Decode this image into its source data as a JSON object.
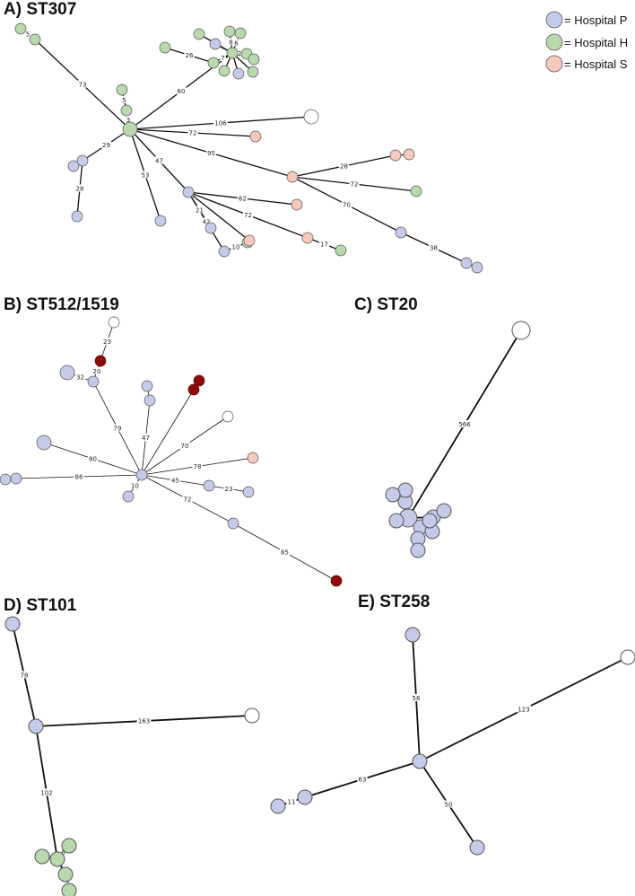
{
  "colors": {
    "hospital_p": "#c5cae9",
    "hospital_h": "#b9d9ad",
    "hospital_s": "#f6c9bb",
    "reference": "#ffffff",
    "dark": "#8b0a0a",
    "stroke": "#555555"
  },
  "legend": [
    {
      "label": "= Hospital P",
      "color": "#c5cae9"
    },
    {
      "label": "= Hospital H",
      "color": "#b9d9ad"
    },
    {
      "label": "= Hospital S",
      "color": "#f6c9bb"
    }
  ],
  "panels": [
    {
      "id": "A",
      "title": "A) ST307",
      "nodes": [
        {
          "id": "hub",
          "label": "",
          "type": "H",
          "size": "m"
        },
        {
          "id": "g1",
          "label": "",
          "type": "H",
          "size": "s"
        },
        {
          "id": "g2",
          "label": "",
          "type": "H",
          "size": "s"
        },
        {
          "id": "g3",
          "label": "",
          "type": "H",
          "size": "s"
        },
        {
          "id": "g4",
          "label": "",
          "type": "H",
          "size": "s"
        },
        {
          "id": "g5",
          "label": "",
          "type": "H",
          "size": "s"
        },
        {
          "id": "gc",
          "label": "",
          "type": "H",
          "size": "s"
        },
        {
          "id": "gc1",
          "label": "",
          "type": "H",
          "size": "s"
        },
        {
          "id": "gc2",
          "label": "",
          "type": "H",
          "size": "s"
        },
        {
          "id": "gc3",
          "label": "",
          "type": "H",
          "size": "s"
        },
        {
          "id": "gc4",
          "label": "",
          "type": "H",
          "size": "s"
        },
        {
          "id": "gc5",
          "label": "",
          "type": "H",
          "size": "s"
        },
        {
          "id": "gc6",
          "label": "",
          "type": "H",
          "size": "s"
        },
        {
          "id": "gc7",
          "label": "",
          "type": "H",
          "size": "s"
        },
        {
          "id": "gc8",
          "label": "",
          "type": "H",
          "size": "s"
        },
        {
          "id": "gcp",
          "label": "",
          "type": "P",
          "size": "s"
        },
        {
          "id": "gcq",
          "label": "",
          "type": "P",
          "size": "s"
        },
        {
          "id": "ref",
          "label": "",
          "type": "R",
          "size": "m"
        },
        {
          "id": "s1",
          "label": "",
          "type": "S",
          "size": "s"
        },
        {
          "id": "p1",
          "label": "",
          "type": "P",
          "size": "s"
        },
        {
          "id": "p1a",
          "label": "",
          "type": "P",
          "size": "s"
        },
        {
          "id": "p1b",
          "label": "",
          "type": "P",
          "size": "s"
        },
        {
          "id": "p2",
          "label": "",
          "type": "P",
          "size": "s"
        },
        {
          "id": "p3",
          "label": "",
          "type": "P",
          "size": "s"
        },
        {
          "id": "p3a",
          "label": "",
          "type": "P",
          "size": "s"
        },
        {
          "id": "p3b",
          "label": "",
          "type": "P",
          "size": "s"
        },
        {
          "id": "p3c",
          "label": "",
          "type": "H",
          "size": "s"
        },
        {
          "id": "p3d",
          "label": "",
          "type": "S",
          "size": "s"
        },
        {
          "id": "p3e",
          "label": "",
          "type": "S",
          "size": "s"
        },
        {
          "id": "p3f",
          "label": "",
          "type": "S",
          "size": "s"
        },
        {
          "id": "p3g",
          "label": "",
          "type": "H",
          "size": "s"
        },
        {
          "id": "sb",
          "label": "",
          "type": "S",
          "size": "s"
        },
        {
          "id": "sb1",
          "label": "",
          "type": "S",
          "size": "s"
        },
        {
          "id": "sb2",
          "label": "",
          "type": "S",
          "size": "s"
        },
        {
          "id": "sb3",
          "label": "",
          "type": "H",
          "size": "s"
        },
        {
          "id": "sb4",
          "label": "",
          "type": "P",
          "size": "s"
        },
        {
          "id": "sb5",
          "label": "",
          "type": "P",
          "size": "s"
        },
        {
          "id": "sb6",
          "label": "",
          "type": "P",
          "size": "s"
        }
      ],
      "edges": [
        {
          "a": "g1",
          "b": "g2",
          "label": "5"
        },
        {
          "a": "g2",
          "b": "hub",
          "label": "73"
        },
        {
          "a": "g3",
          "b": "g4",
          "label": "5"
        },
        {
          "a": "g4",
          "b": "hub",
          "label": "3"
        },
        {
          "a": "g5",
          "b": "gc1",
          "label": "26"
        },
        {
          "a": "gc1",
          "b": "gc",
          "label": "7"
        },
        {
          "a": "gc",
          "b": "hub",
          "label": "60"
        },
        {
          "a": "gc",
          "b": "gc2",
          "label": "5"
        },
        {
          "a": "gc",
          "b": "gc3",
          "label": "8"
        },
        {
          "a": "gc",
          "b": "gc4",
          "label": "6"
        },
        {
          "a": "gc",
          "b": "gc5",
          "label": "2"
        },
        {
          "a": "gc",
          "b": "gc6",
          "label": ""
        },
        {
          "a": "gc",
          "b": "gc7",
          "label": ""
        },
        {
          "a": "gc",
          "b": "gc8",
          "label": ""
        },
        {
          "a": "gc",
          "b": "gcp",
          "label": ""
        },
        {
          "a": "gc",
          "b": "gcq",
          "label": ""
        },
        {
          "a": "hub",
          "b": "ref",
          "label": "106"
        },
        {
          "a": "hub",
          "b": "s1",
          "label": "72"
        },
        {
          "a": "hub",
          "b": "p1",
          "label": "29"
        },
        {
          "a": "p1",
          "b": "p1a",
          "label": ""
        },
        {
          "a": "p1",
          "b": "p1b",
          "label": "28"
        },
        {
          "a": "hub",
          "b": "p2",
          "label": "53"
        },
        {
          "a": "hub",
          "b": "p3",
          "label": "47"
        },
        {
          "a": "p3",
          "b": "p3a",
          "label": "21"
        },
        {
          "a": "p3",
          "b": "p3b",
          "label": "42"
        },
        {
          "a": "p3b",
          "b": "p3c",
          "label": "10"
        },
        {
          "a": "p3",
          "b": "p3d",
          "label": "72"
        },
        {
          "a": "p3",
          "b": "p3e",
          "label": "62"
        },
        {
          "a": "p3d",
          "b": "p3g",
          "label": "17"
        },
        {
          "a": "p3",
          "b": "p3f",
          "label": ""
        },
        {
          "a": "hub",
          "b": "sb",
          "label": "95"
        },
        {
          "a": "sb",
          "b": "sb1",
          "label": "28"
        },
        {
          "a": "sb1",
          "b": "sb2",
          "label": ""
        },
        {
          "a": "sb",
          "b": "sb3",
          "label": "72"
        },
        {
          "a": "sb",
          "b": "sb4",
          "label": "70"
        },
        {
          "a": "sb4",
          "b": "sb5",
          "label": "38"
        },
        {
          "a": "sb5",
          "b": "sb6",
          "label": ""
        }
      ]
    },
    {
      "id": "B",
      "title": "B) ST512/1519",
      "nodes": [
        {
          "id": "hub",
          "label": "",
          "type": "P",
          "size": "s"
        },
        {
          "id": "ref",
          "label": "",
          "type": "R",
          "size": "s"
        },
        {
          "id": "d1",
          "label": "",
          "type": "D",
          "size": "s"
        },
        {
          "id": "b1",
          "label": "",
          "type": "P",
          "size": "s"
        },
        {
          "id": "b1a",
          "label": "",
          "type": "P",
          "size": "m"
        },
        {
          "id": "b2",
          "label": "",
          "type": "P",
          "size": "s"
        },
        {
          "id": "b2a",
          "label": "",
          "type": "P",
          "size": "s"
        },
        {
          "id": "d2",
          "label": "",
          "type": "D",
          "size": "s"
        },
        {
          "id": "d3",
          "label": "",
          "type": "D",
          "size": "s"
        },
        {
          "id": "ref2",
          "label": "",
          "type": "R",
          "size": "s"
        },
        {
          "id": "s1",
          "label": "",
          "type": "S",
          "size": "s"
        },
        {
          "id": "b3",
          "label": "",
          "type": "P",
          "size": "m"
        },
        {
          "id": "b4",
          "label": "",
          "type": "P",
          "size": "s"
        },
        {
          "id": "b4a",
          "label": "",
          "type": "P",
          "size": "s"
        },
        {
          "id": "b5",
          "label": "",
          "type": "P",
          "size": "s"
        },
        {
          "id": "b6",
          "label": "",
          "type": "P",
          "size": "s"
        },
        {
          "id": "b6a",
          "label": "",
          "type": "P",
          "size": "s"
        },
        {
          "id": "b7",
          "label": "",
          "type": "P",
          "size": "s"
        },
        {
          "id": "d4",
          "label": "",
          "type": "D",
          "size": "s"
        }
      ],
      "edges": [
        {
          "a": "ref",
          "b": "d1",
          "label": "23"
        },
        {
          "a": "d1",
          "b": "b1",
          "label": "20"
        },
        {
          "a": "b1",
          "b": "b1a",
          "label": "32"
        },
        {
          "a": "b1",
          "b": "hub",
          "label": "79"
        },
        {
          "a": "b2a",
          "b": "b2",
          "label": ""
        },
        {
          "a": "b2",
          "b": "hub",
          "label": "47"
        },
        {
          "a": "d2",
          "b": "d3",
          "label": ""
        },
        {
          "a": "d3",
          "b": "hub",
          "label": ""
        },
        {
          "a": "ref2",
          "b": "hub",
          "label": "70"
        },
        {
          "a": "s1",
          "b": "hub",
          "label": "78"
        },
        {
          "a": "b3",
          "b": "hub",
          "label": "80"
        },
        {
          "a": "b4",
          "b": "b4a",
          "label": ""
        },
        {
          "a": "b4",
          "b": "hub",
          "label": "86"
        },
        {
          "a": "b5",
          "b": "hub",
          "label": "10"
        },
        {
          "a": "b6",
          "b": "hub",
          "label": "45"
        },
        {
          "a": "b6",
          "b": "b6a",
          "label": "23"
        },
        {
          "a": "b7",
          "b": "hub",
          "label": "72"
        },
        {
          "a": "b7",
          "b": "d4",
          "label": "85"
        }
      ]
    },
    {
      "id": "C",
      "title": "C) ST20",
      "nodes": [
        {
          "id": "ref",
          "label": "",
          "type": "R",
          "size": "l"
        },
        {
          "id": "hub",
          "label": "",
          "type": "P",
          "size": "l"
        },
        {
          "id": "c1",
          "label": "",
          "type": "P",
          "size": "m"
        },
        {
          "id": "c2",
          "label": "",
          "type": "P",
          "size": "m"
        },
        {
          "id": "c3",
          "label": "",
          "type": "P",
          "size": "m"
        },
        {
          "id": "c4",
          "label": "",
          "type": "P",
          "size": "m"
        },
        {
          "id": "c5",
          "label": "",
          "type": "P",
          "size": "m"
        },
        {
          "id": "c6",
          "label": "",
          "type": "P",
          "size": "m"
        },
        {
          "id": "c7",
          "label": "",
          "type": "P",
          "size": "m"
        },
        {
          "id": "c8",
          "label": "",
          "type": "P",
          "size": "m"
        },
        {
          "id": "c9",
          "label": "",
          "type": "P",
          "size": "m"
        },
        {
          "id": "c10",
          "label": "",
          "type": "P",
          "size": "m"
        },
        {
          "id": "c11",
          "label": "",
          "type": "P",
          "size": "m"
        }
      ],
      "edges": [
        {
          "a": "ref",
          "b": "hub",
          "label": "566"
        },
        {
          "a": "hub",
          "b": "c1",
          "label": ""
        },
        {
          "a": "c1",
          "b": "c2",
          "label": ""
        },
        {
          "a": "c2",
          "b": "c3",
          "label": ""
        },
        {
          "a": "hub",
          "b": "c4",
          "label": ""
        },
        {
          "a": "hub",
          "b": "c5",
          "label": ""
        },
        {
          "a": "c5",
          "b": "c6",
          "label": ""
        },
        {
          "a": "hub",
          "b": "c7",
          "label": ""
        },
        {
          "a": "c7",
          "b": "c8",
          "label": ""
        },
        {
          "a": "c8",
          "b": "c9",
          "label": ""
        },
        {
          "a": "c7",
          "b": "c10",
          "label": ""
        },
        {
          "a": "c10",
          "b": "c11",
          "label": ""
        }
      ]
    },
    {
      "id": "D",
      "title": "D) ST101",
      "nodes": [
        {
          "id": "hub",
          "label": "",
          "type": "P",
          "size": "m"
        },
        {
          "id": "d1",
          "label": "",
          "type": "P",
          "size": "m"
        },
        {
          "id": "ref",
          "label": "",
          "type": "R",
          "size": "m"
        },
        {
          "id": "g1",
          "label": "",
          "type": "H",
          "size": "m"
        },
        {
          "id": "g2",
          "label": "",
          "type": "H",
          "size": "m"
        },
        {
          "id": "g3",
          "label": "",
          "type": "H",
          "size": "m"
        },
        {
          "id": "g4",
          "label": "",
          "type": "H",
          "size": "m"
        },
        {
          "id": "g5",
          "label": "",
          "type": "H",
          "size": "m"
        }
      ],
      "edges": [
        {
          "a": "d1",
          "b": "hub",
          "label": "78"
        },
        {
          "a": "hub",
          "b": "ref",
          "label": "163"
        },
        {
          "a": "hub",
          "b": "g1",
          "label": "102"
        },
        {
          "a": "g1",
          "b": "g2",
          "label": "4"
        },
        {
          "a": "g1",
          "b": "g3",
          "label": "6"
        },
        {
          "a": "g1",
          "b": "g4",
          "label": ""
        },
        {
          "a": "g4",
          "b": "g5",
          "label": "5"
        }
      ]
    },
    {
      "id": "E",
      "title": "E) ST258",
      "nodes": [
        {
          "id": "hub",
          "label": "",
          "type": "P",
          "size": "m"
        },
        {
          "id": "e1",
          "label": "",
          "type": "P",
          "size": "m"
        },
        {
          "id": "ref",
          "label": "",
          "type": "R",
          "size": "m"
        },
        {
          "id": "e2",
          "label": "",
          "type": "P",
          "size": "m"
        },
        {
          "id": "e3",
          "label": "",
          "type": "P",
          "size": "m"
        },
        {
          "id": "e4",
          "label": "",
          "type": "P",
          "size": "m"
        }
      ],
      "edges": [
        {
          "a": "e1",
          "b": "hub",
          "label": "58"
        },
        {
          "a": "hub",
          "b": "ref",
          "label": "123"
        },
        {
          "a": "hub",
          "b": "e2",
          "label": "63"
        },
        {
          "a": "e2",
          "b": "e3",
          "label": "11"
        },
        {
          "a": "hub",
          "b": "e4",
          "label": "50"
        }
      ]
    }
  ]
}
